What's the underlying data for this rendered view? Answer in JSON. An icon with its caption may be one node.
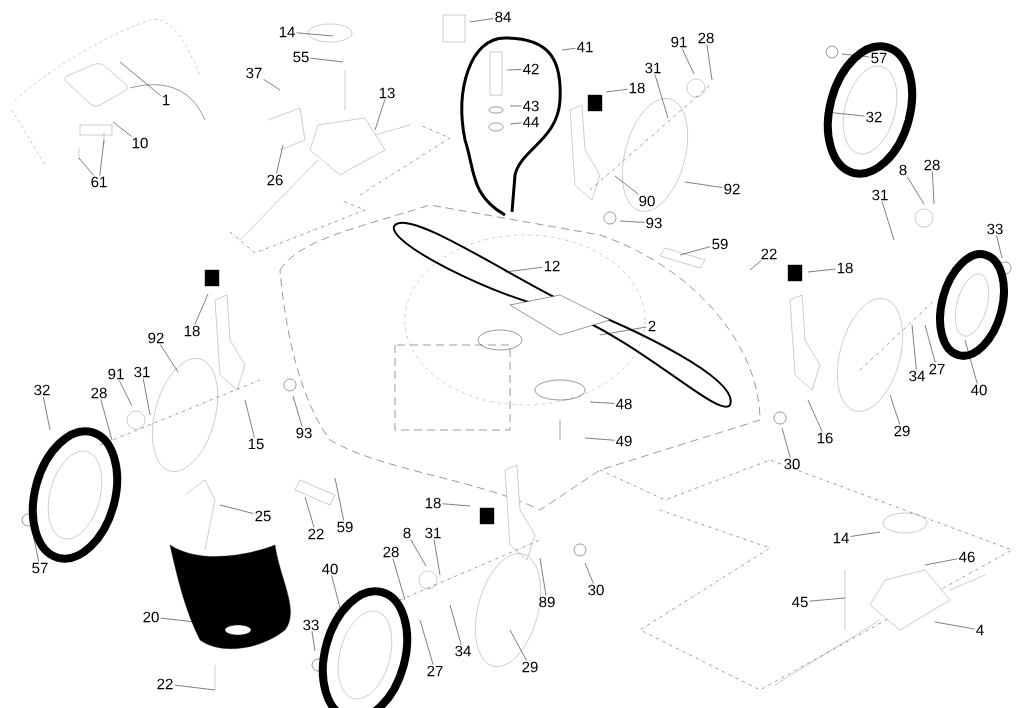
{
  "diagram": {
    "nodes": [
      {
        "text": [
          "14"
        ]
      },
      {
        "text": [
          "84"
        ]
      },
      {
        "text": [
          "55"
        ]
      },
      {
        "text": [
          "37"
        ]
      },
      {
        "text": [
          "13"
        ]
      },
      {
        "text": [
          "1"
        ]
      },
      {
        "text": [
          "10"
        ]
      },
      {
        "text": [
          "61"
        ]
      },
      {
        "text": [
          "26"
        ]
      },
      {
        "text": [
          "41"
        ]
      },
      {
        "text": [
          "42"
        ]
      },
      {
        "text": [
          "43"
        ]
      },
      {
        "text": [
          "44"
        ]
      },
      {
        "text": [
          "91"
        ]
      },
      {
        "text": [
          "28"
        ]
      },
      {
        "text": [
          "31"
        ]
      },
      {
        "text": [
          "18"
        ]
      },
      {
        "text": [
          "57"
        ]
      },
      {
        "text": [
          "32"
        ]
      },
      {
        "text": [
          "90"
        ]
      },
      {
        "text": [
          "92"
        ]
      },
      {
        "text": [
          "93"
        ]
      },
      {
        "text": [
          "8"
        ]
      },
      {
        "text": [
          "28"
        ]
      },
      {
        "text": [
          "31"
        ]
      },
      {
        "text": [
          "33"
        ]
      },
      {
        "text": [
          "59"
        ]
      },
      {
        "text": [
          "22"
        ]
      },
      {
        "text": [
          "18"
        ]
      },
      {
        "text": [
          "12"
        ]
      },
      {
        "text": [
          "2"
        ]
      },
      {
        "text": [
          "18"
        ]
      },
      {
        "text": [
          "92"
        ]
      },
      {
        "text": [
          "32"
        ]
      },
      {
        "text": [
          "28"
        ]
      },
      {
        "text": [
          "91"
        ]
      },
      {
        "text": [
          "31"
        ]
      },
      {
        "text": [
          "15"
        ]
      },
      {
        "text": [
          "93"
        ]
      },
      {
        "text": [
          "48"
        ]
      },
      {
        "text": [
          "49"
        ]
      },
      {
        "text": [
          "16"
        ]
      },
      {
        "text": [
          "29"
        ]
      },
      {
        "text": [
          "30"
        ]
      },
      {
        "text": [
          "34"
        ]
      },
      {
        "text": [
          "27"
        ]
      },
      {
        "text": [
          "40"
        ]
      },
      {
        "text": [
          "25"
        ]
      },
      {
        "text": [
          "22"
        ]
      },
      {
        "text": [
          "59"
        ]
      },
      {
        "text": [
          "57"
        ]
      },
      {
        "text": [
          "18"
        ]
      },
      {
        "text": [
          "8"
        ]
      },
      {
        "text": [
          "28"
        ]
      },
      {
        "text": [
          "31"
        ]
      },
      {
        "text": [
          "40"
        ]
      },
      {
        "text": [
          "30"
        ]
      },
      {
        "text": [
          "89"
        ]
      },
      {
        "text": [
          "14"
        ]
      },
      {
        "text": [
          "46"
        ]
      },
      {
        "text": [
          "45"
        ]
      },
      {
        "text": [
          "20"
        ]
      },
      {
        "text": [
          "33"
        ]
      },
      {
        "text": [
          "27"
        ]
      },
      {
        "text": [
          "34"
        ]
      },
      {
        "text": [
          "29"
        ]
      },
      {
        "text": [
          "4"
        ]
      },
      {
        "text": [
          "22"
        ]
      }
    ],
    "edges": [
      {
        "from": 0,
        "to": null,
        "arrow": "none"
      },
      {
        "from": 1,
        "to": null,
        "arrow": "none"
      },
      {
        "from": 2,
        "to": null,
        "arrow": "none"
      },
      {
        "from": 3,
        "to": null,
        "arrow": "none"
      },
      {
        "from": 4,
        "to": null,
        "arrow": "none"
      },
      {
        "from": 5,
        "to": null,
        "arrow": "none"
      },
      {
        "from": 6,
        "to": null,
        "arrow": "none"
      },
      {
        "from": 7,
        "to": null,
        "arrow": "none"
      },
      {
        "from": 7,
        "to": null,
        "arrow": "none"
      },
      {
        "from": 8,
        "to": null,
        "arrow": "none"
      },
      {
        "from": 9,
        "to": null,
        "arrow": "none"
      },
      {
        "from": 10,
        "to": null,
        "arrow": "none"
      },
      {
        "from": 11,
        "to": null,
        "arrow": "none"
      },
      {
        "from": 12,
        "to": null,
        "arrow": "none"
      },
      {
        "from": 13,
        "to": null,
        "arrow": "none"
      },
      {
        "from": 14,
        "to": null,
        "arrow": "none"
      },
      {
        "from": 15,
        "to": null,
        "arrow": "none"
      },
      {
        "from": 16,
        "to": null,
        "arrow": "none"
      },
      {
        "from": 17,
        "to": null,
        "arrow": "none"
      },
      {
        "from": 18,
        "to": null,
        "arrow": "none"
      },
      {
        "from": 19,
        "to": null,
        "arrow": "none"
      },
      {
        "from": 20,
        "to": null,
        "arrow": "none"
      },
      {
        "from": 21,
        "to": null,
        "arrow": "none"
      },
      {
        "from": 22,
        "to": null,
        "arrow": "none"
      },
      {
        "from": 23,
        "to": null,
        "arrow": "none"
      },
      {
        "from": 24,
        "to": null,
        "arrow": "none"
      },
      {
        "from": 25,
        "to": null,
        "arrow": "none"
      },
      {
        "from": 26,
        "to": null,
        "arrow": "none"
      },
      {
        "from": 27,
        "to": null,
        "arrow": "none"
      },
      {
        "from": 28,
        "to": null,
        "arrow": "none"
      },
      {
        "from": 29,
        "to": null,
        "arrow": "none"
      },
      {
        "from": 30,
        "to": null,
        "arrow": "none"
      },
      {
        "from": 31,
        "to": null,
        "arrow": "none"
      },
      {
        "from": 32,
        "to": null,
        "arrow": "none"
      },
      {
        "from": 33,
        "to": null,
        "arrow": "none"
      },
      {
        "from": 34,
        "to": null,
        "arrow": "none"
      },
      {
        "from": 35,
        "to": null,
        "arrow": "none"
      },
      {
        "from": 36,
        "to": null,
        "arrow": "none"
      },
      {
        "from": 37,
        "to": null,
        "arrow": "none"
      },
      {
        "from": 38,
        "to": null,
        "arrow": "none"
      },
      {
        "from": 39,
        "to": null,
        "arrow": "none"
      },
      {
        "from": 40,
        "to": null,
        "arrow": "none"
      },
      {
        "from": 41,
        "to": null,
        "arrow": "none"
      },
      {
        "from": 42,
        "to": null,
        "arrow": "none"
      },
      {
        "from": 43,
        "to": null,
        "arrow": "none"
      },
      {
        "from": 44,
        "to": null,
        "arrow": "none"
      },
      {
        "from": 45,
        "to": null,
        "arrow": "none"
      },
      {
        "from": 46,
        "to": null,
        "arrow": "none"
      },
      {
        "from": 47,
        "to": null,
        "arrow": "none"
      },
      {
        "from": 48,
        "to": null,
        "arrow": "none"
      },
      {
        "from": 49,
        "to": null,
        "arrow": "none"
      },
      {
        "from": 50,
        "to": null,
        "arrow": "none"
      },
      {
        "from": 51,
        "to": null,
        "arrow": "none"
      },
      {
        "from": 52,
        "to": null,
        "arrow": "none"
      },
      {
        "from": 53,
        "to": null,
        "arrow": "none"
      },
      {
        "from": 54,
        "to": null,
        "arrow": "none"
      },
      {
        "from": 55,
        "to": null,
        "arrow": "none"
      },
      {
        "from": 56,
        "to": null,
        "arrow": "none"
      },
      {
        "from": 57,
        "to": null,
        "arrow": "none"
      },
      {
        "from": 58,
        "to": null,
        "arrow": "none"
      },
      {
        "from": 59,
        "to": null,
        "arrow": "none"
      },
      {
        "from": 60,
        "to": null,
        "arrow": "none"
      },
      {
        "from": 61,
        "to": null,
        "arrow": "none"
      },
      {
        "from": 62,
        "to": null,
        "arrow": "none"
      },
      {
        "from": 63,
        "to": null,
        "arrow": "none"
      },
      {
        "from": 64,
        "to": null,
        "arrow": "none"
      },
      {
        "from": 65,
        "to": null,
        "arrow": "none"
      },
      {
        "from": 66,
        "to": null,
        "arrow": "none"
      },
      {
        "from": 67,
        "to": null,
        "arrow": "none"
      }
    ]
  }
}
